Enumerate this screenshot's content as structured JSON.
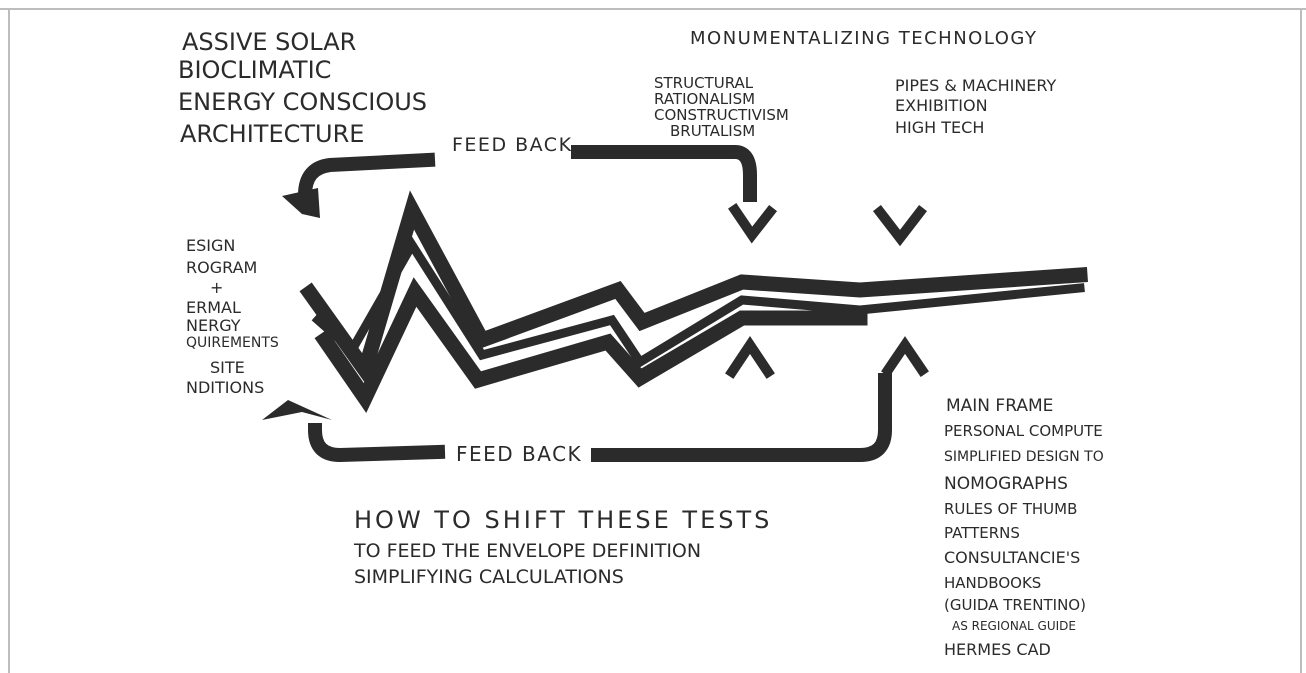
{
  "diagram": {
    "top_left_lines": [
      "ASSIVE SOLAR",
      "BIOCLIMATIC",
      "ENERGY CONSCIOUS",
      "ARCHITECTURE"
    ],
    "top_right_title": "MONUMENTALIZING TECHNOLOGY",
    "structural_lines": [
      "STRUCTURAL",
      "RATIONALISM",
      "CONSTRUCTIVISM",
      "BRUTALISM"
    ],
    "pipes_lines": [
      "PIPES & MACHINERY",
      "EXHIBITION",
      "HIGH TECH"
    ],
    "feedback_top": "FEED BACK",
    "feedback_bottom": "FEED BACK",
    "left_lines": [
      "ESIGN",
      "ROGRAM",
      "+",
      "ERMAL",
      "NERGY",
      "QUIREMENTS",
      "SITE",
      "NDITIONS"
    ],
    "bottom_question": [
      "HOW TO SHIFT THESE TESTS",
      "TO FEED THE ENVELOPE DEFINITION",
      "SIMPLIFYING CALCULATIONS"
    ],
    "right_list": [
      "MAIN FRAME",
      "PERSONAL COMPUTE",
      "SIMPLIFIED DESIGN TO",
      "NOMOGRAPHS",
      "RULES OF THUMB",
      "PATTERNS",
      "CONSULTANCIE'S",
      "HANDBOOKS",
      "(GUIDA TRENTINO)",
      "AS REGIONAL GUIDE",
      "HERMES CAD"
    ],
    "colors": {
      "ink": "#2b2b2b",
      "paper": "#ffffff",
      "frame": "#bdbdbd"
    }
  }
}
